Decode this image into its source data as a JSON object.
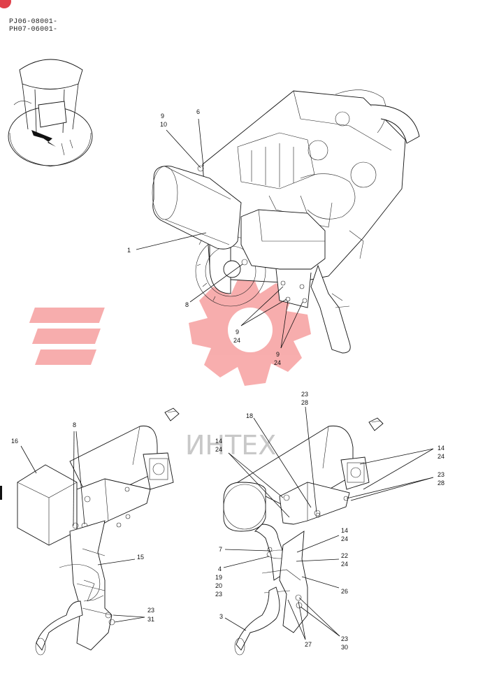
{
  "serials": [
    "PJ06-08001-",
    "PH07-06001-"
  ],
  "watermark": {
    "text": "ИНТЕХ",
    "color": "#f26b6b"
  },
  "callouts": {
    "c9a": "9",
    "c10": "10",
    "c6": "6",
    "c1": "1",
    "c8a": "8",
    "c9b": "9",
    "c24b": "24",
    "c9c": "9",
    "c24c": "24",
    "c16": "16",
    "c8b": "8",
    "c15": "15",
    "c23a": "23",
    "c31": "31",
    "c18": "18",
    "c23b": "23",
    "c28b": "28",
    "c14a": "14",
    "c24d": "24",
    "c14b": "14",
    "c24e": "24",
    "c23c": "23",
    "c28c": "28",
    "c14c": "14",
    "c24f": "24",
    "c7": "7",
    "c22": "22",
    "c24g": "24",
    "c4": "4",
    "c19": "19",
    "c20": "20",
    "c23d": "23",
    "c26": "26",
    "c3": "3",
    "c27": "27",
    "c23e": "23",
    "c30": "30"
  }
}
